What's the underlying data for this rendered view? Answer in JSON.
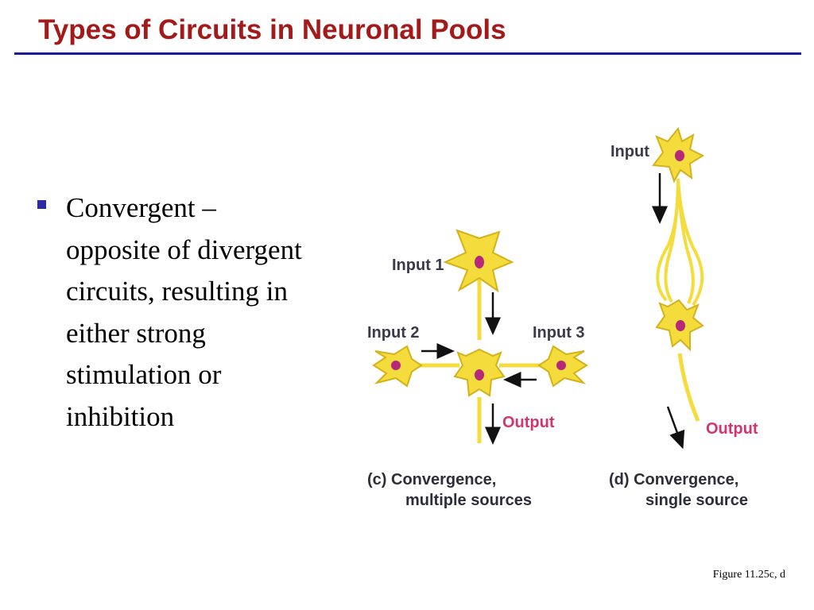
{
  "slide": {
    "title": "Types of Circuits in Neuronal Pools",
    "bullet": "Convergent – opposite of divergent circuits, resulting in either strong stimulation or inhibition",
    "figure_ref": "Figure 11.25c, d"
  },
  "diagram_c": {
    "input1": "Input 1",
    "input2": "Input 2",
    "input3": "Input 3",
    "output": "Output",
    "caption_line1": "(c) Convergence,",
    "caption_line2": "multiple sources"
  },
  "diagram_d": {
    "input": "Input",
    "output": "Output",
    "caption_line1": "(d) Convergence,",
    "caption_line2": "single source"
  },
  "colors": {
    "title": "#a31a1a",
    "rule": "#1a1a9c",
    "neuron_fill": "#f4dc3c",
    "neuron_stroke": "#d4b21a",
    "nucleus": "#b8287a",
    "output_label": "#d1356f"
  }
}
